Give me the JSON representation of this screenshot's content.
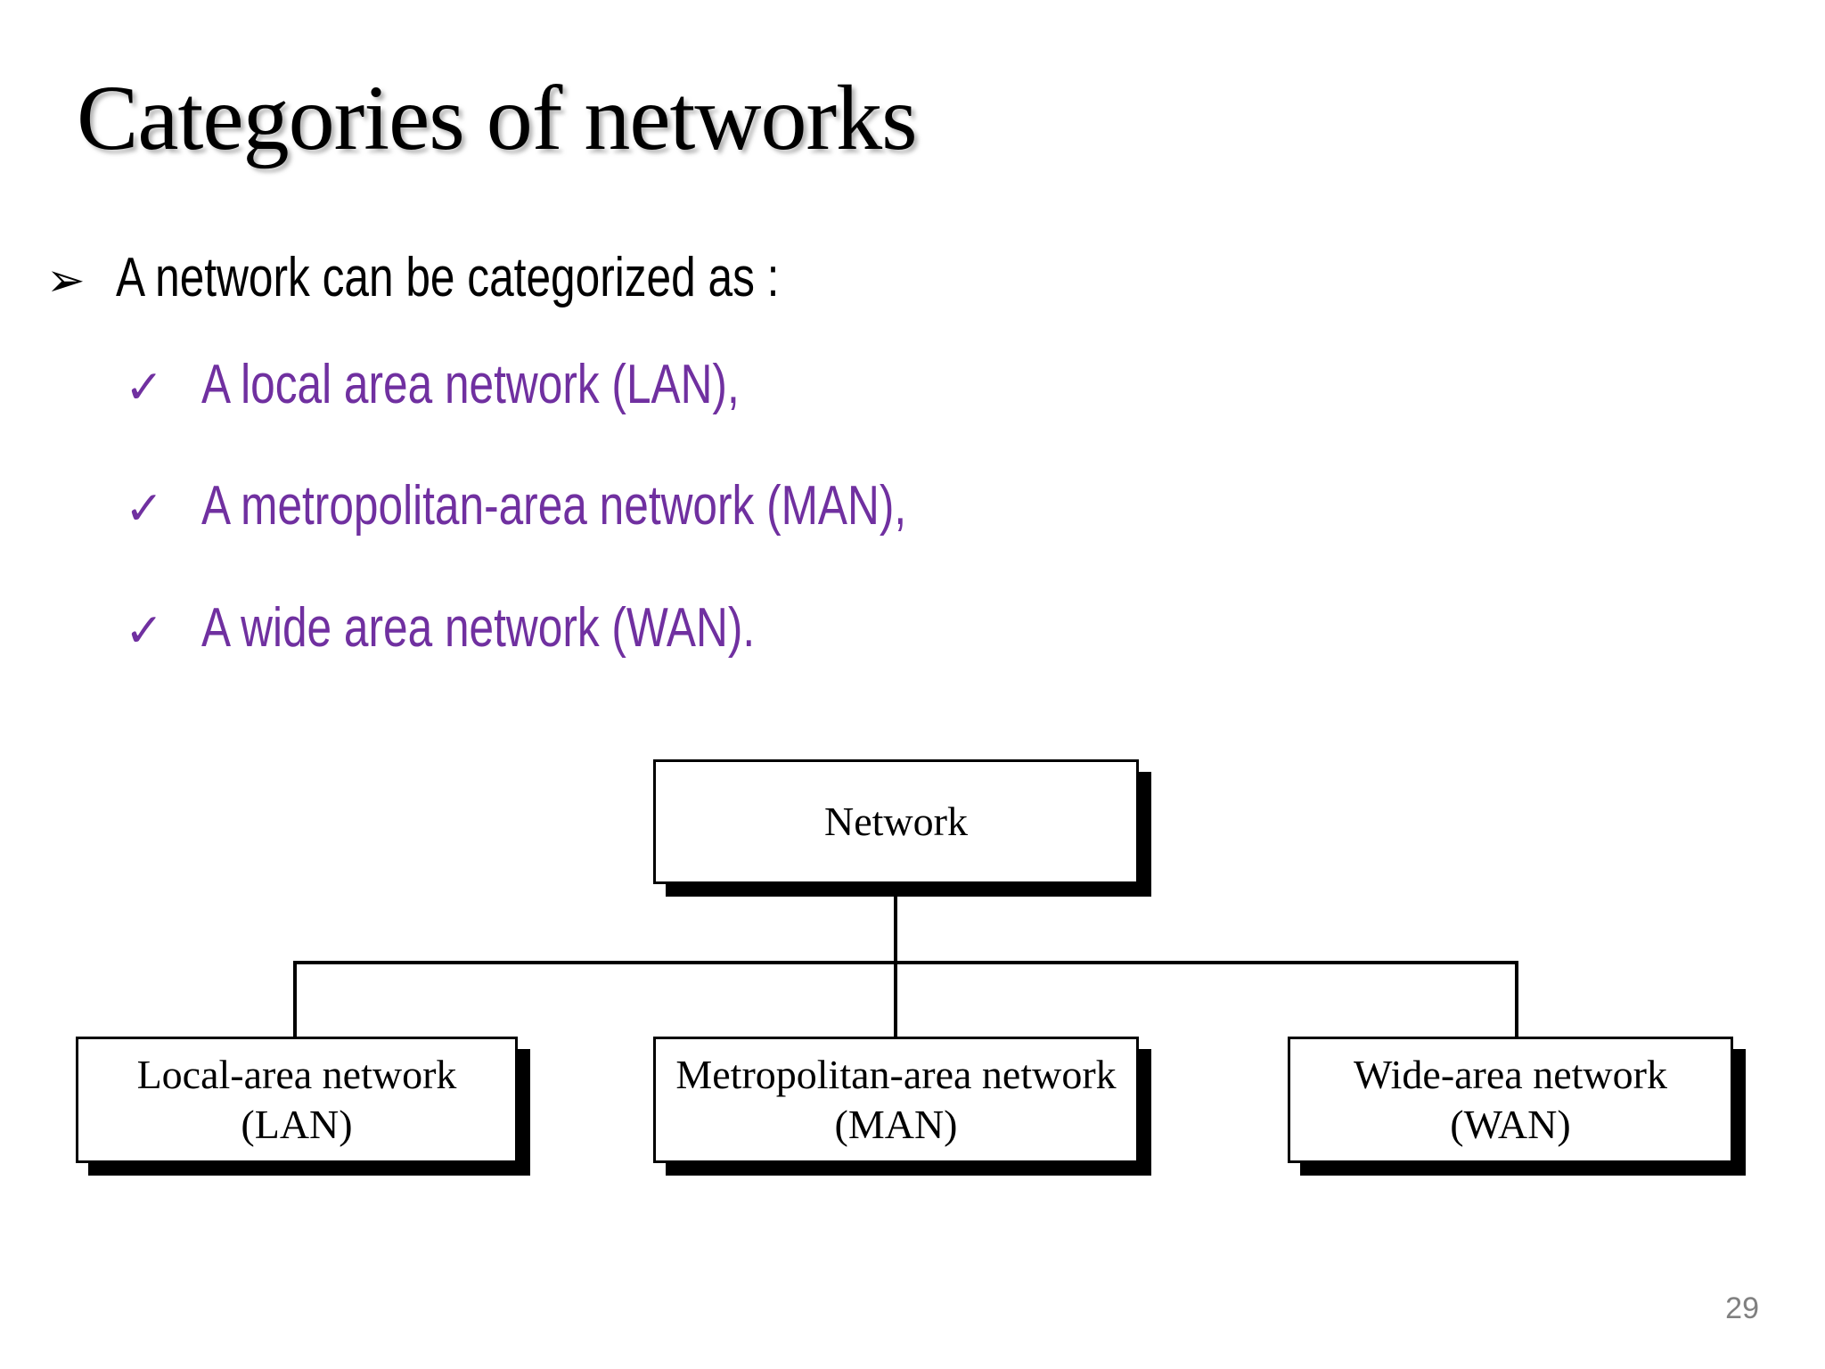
{
  "slide": {
    "title": "Categories of networks",
    "page_number": "29",
    "background_color": "#FFFFFF",
    "accent_color": "#7030A0",
    "page_number_color": "#808080"
  },
  "bullets": [
    {
      "level": 1,
      "marker": "arrow-bullet",
      "marker_glyph": "➢",
      "text": "A network can be categorized as :",
      "color": "#000000"
    },
    {
      "level": 2,
      "marker": "check-bullet",
      "marker_glyph": "✓",
      "text": "A local area network (LAN),",
      "color": "#7030A0"
    },
    {
      "level": 2,
      "marker": "check-bullet",
      "marker_glyph": "✓",
      "text": "A metropolitan-area network (MAN),",
      "color": "#7030A0"
    },
    {
      "level": 2,
      "marker": "check-bullet",
      "marker_glyph": "✓",
      "text": "A wide area network (WAN).",
      "color": "#7030A0"
    }
  ],
  "diagram": {
    "type": "org-chart",
    "root": {
      "id": "network",
      "label": "Network"
    },
    "children": [
      {
        "id": "lan",
        "label": "Local-area network\n(LAN)"
      },
      {
        "id": "man",
        "label": "Metropolitan-area network\n(MAN)"
      },
      {
        "id": "wan",
        "label": "Wide-area network\n(WAN)"
      }
    ],
    "box_fill": "#FFFFFF",
    "box_border": "#000000",
    "box_shadow": "#000000",
    "connector_color": "#000000"
  }
}
